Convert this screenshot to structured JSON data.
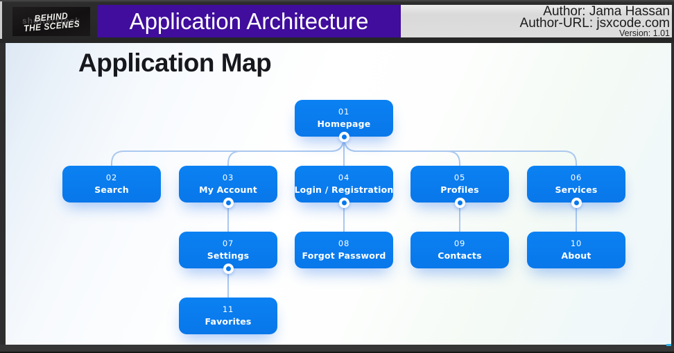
{
  "header": {
    "logo": {
      "line1": "BEHIND",
      "line2": "THE SCENES",
      "watermark": "shutterstock"
    },
    "banner_title": "Application Architecture",
    "banner_color": "#400d9c",
    "author": "Author: Jama Hassan",
    "author_url": "Author-URL: jsxcode.com",
    "version": "Version: 1.01"
  },
  "main": {
    "title": "Application Map",
    "node_color": "#0878ec",
    "edge_color": "#abc8ef",
    "nodes": [
      {
        "num": "01",
        "label": "Homepage",
        "col": 3,
        "row": 1,
        "parent": null
      },
      {
        "num": "02",
        "label": "Search",
        "col": 1,
        "row": 2,
        "parent": "01"
      },
      {
        "num": "03",
        "label": "My Account",
        "col": 2,
        "row": 2,
        "parent": "01"
      },
      {
        "num": "04",
        "label": "Login / Registration",
        "col": 3,
        "row": 2,
        "parent": "01"
      },
      {
        "num": "05",
        "label": "Profiles",
        "col": 4,
        "row": 2,
        "parent": "01"
      },
      {
        "num": "06",
        "label": "Services",
        "col": 5,
        "row": 2,
        "parent": "01"
      },
      {
        "num": "07",
        "label": "Settings",
        "col": 2,
        "row": 3,
        "parent": "03"
      },
      {
        "num": "08",
        "label": "Forgot Password",
        "col": 3,
        "row": 3,
        "parent": "04"
      },
      {
        "num": "09",
        "label": "Contacts",
        "col": 4,
        "row": 3,
        "parent": "05"
      },
      {
        "num": "10",
        "label": "About",
        "col": 5,
        "row": 3,
        "parent": "06"
      },
      {
        "num": "11",
        "label": "Favorites",
        "col": 2,
        "row": 4,
        "parent": "07"
      }
    ]
  }
}
